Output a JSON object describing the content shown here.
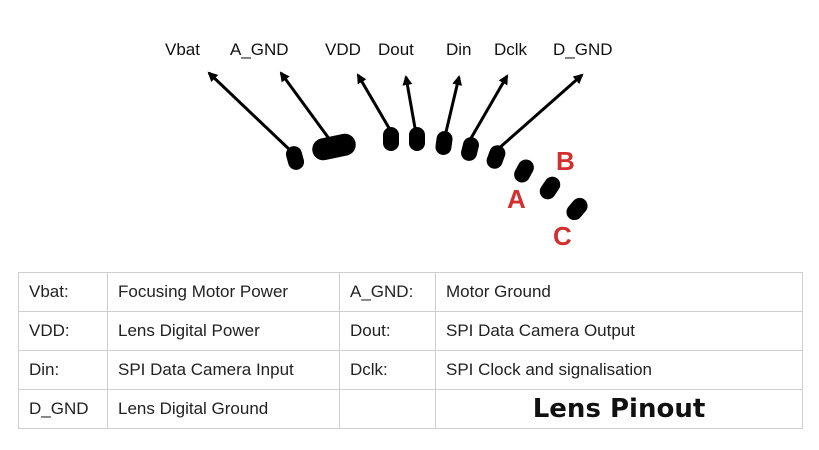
{
  "diagram": {
    "pin_labels": [
      "Vbat",
      "A_GND",
      "VDD",
      "Dout",
      "Din",
      "Dclk",
      "D_GND"
    ],
    "contact_letters": [
      "A",
      "B",
      "C"
    ],
    "letter_color": "#d32f2f"
  },
  "table": {
    "rows": [
      [
        "Vbat:",
        "Focusing Motor Power",
        "A_GND:",
        "Motor Ground"
      ],
      [
        "VDD:",
        "Lens Digital Power",
        "Dout:",
        "SPI Data Camera Output"
      ],
      [
        "Din:",
        "SPI Data Camera Input",
        "Dclk:",
        "SPI Clock and signalisation"
      ],
      [
        "D_GND",
        "Lens Digital Ground",
        "",
        "Lens Pinout"
      ]
    ]
  }
}
